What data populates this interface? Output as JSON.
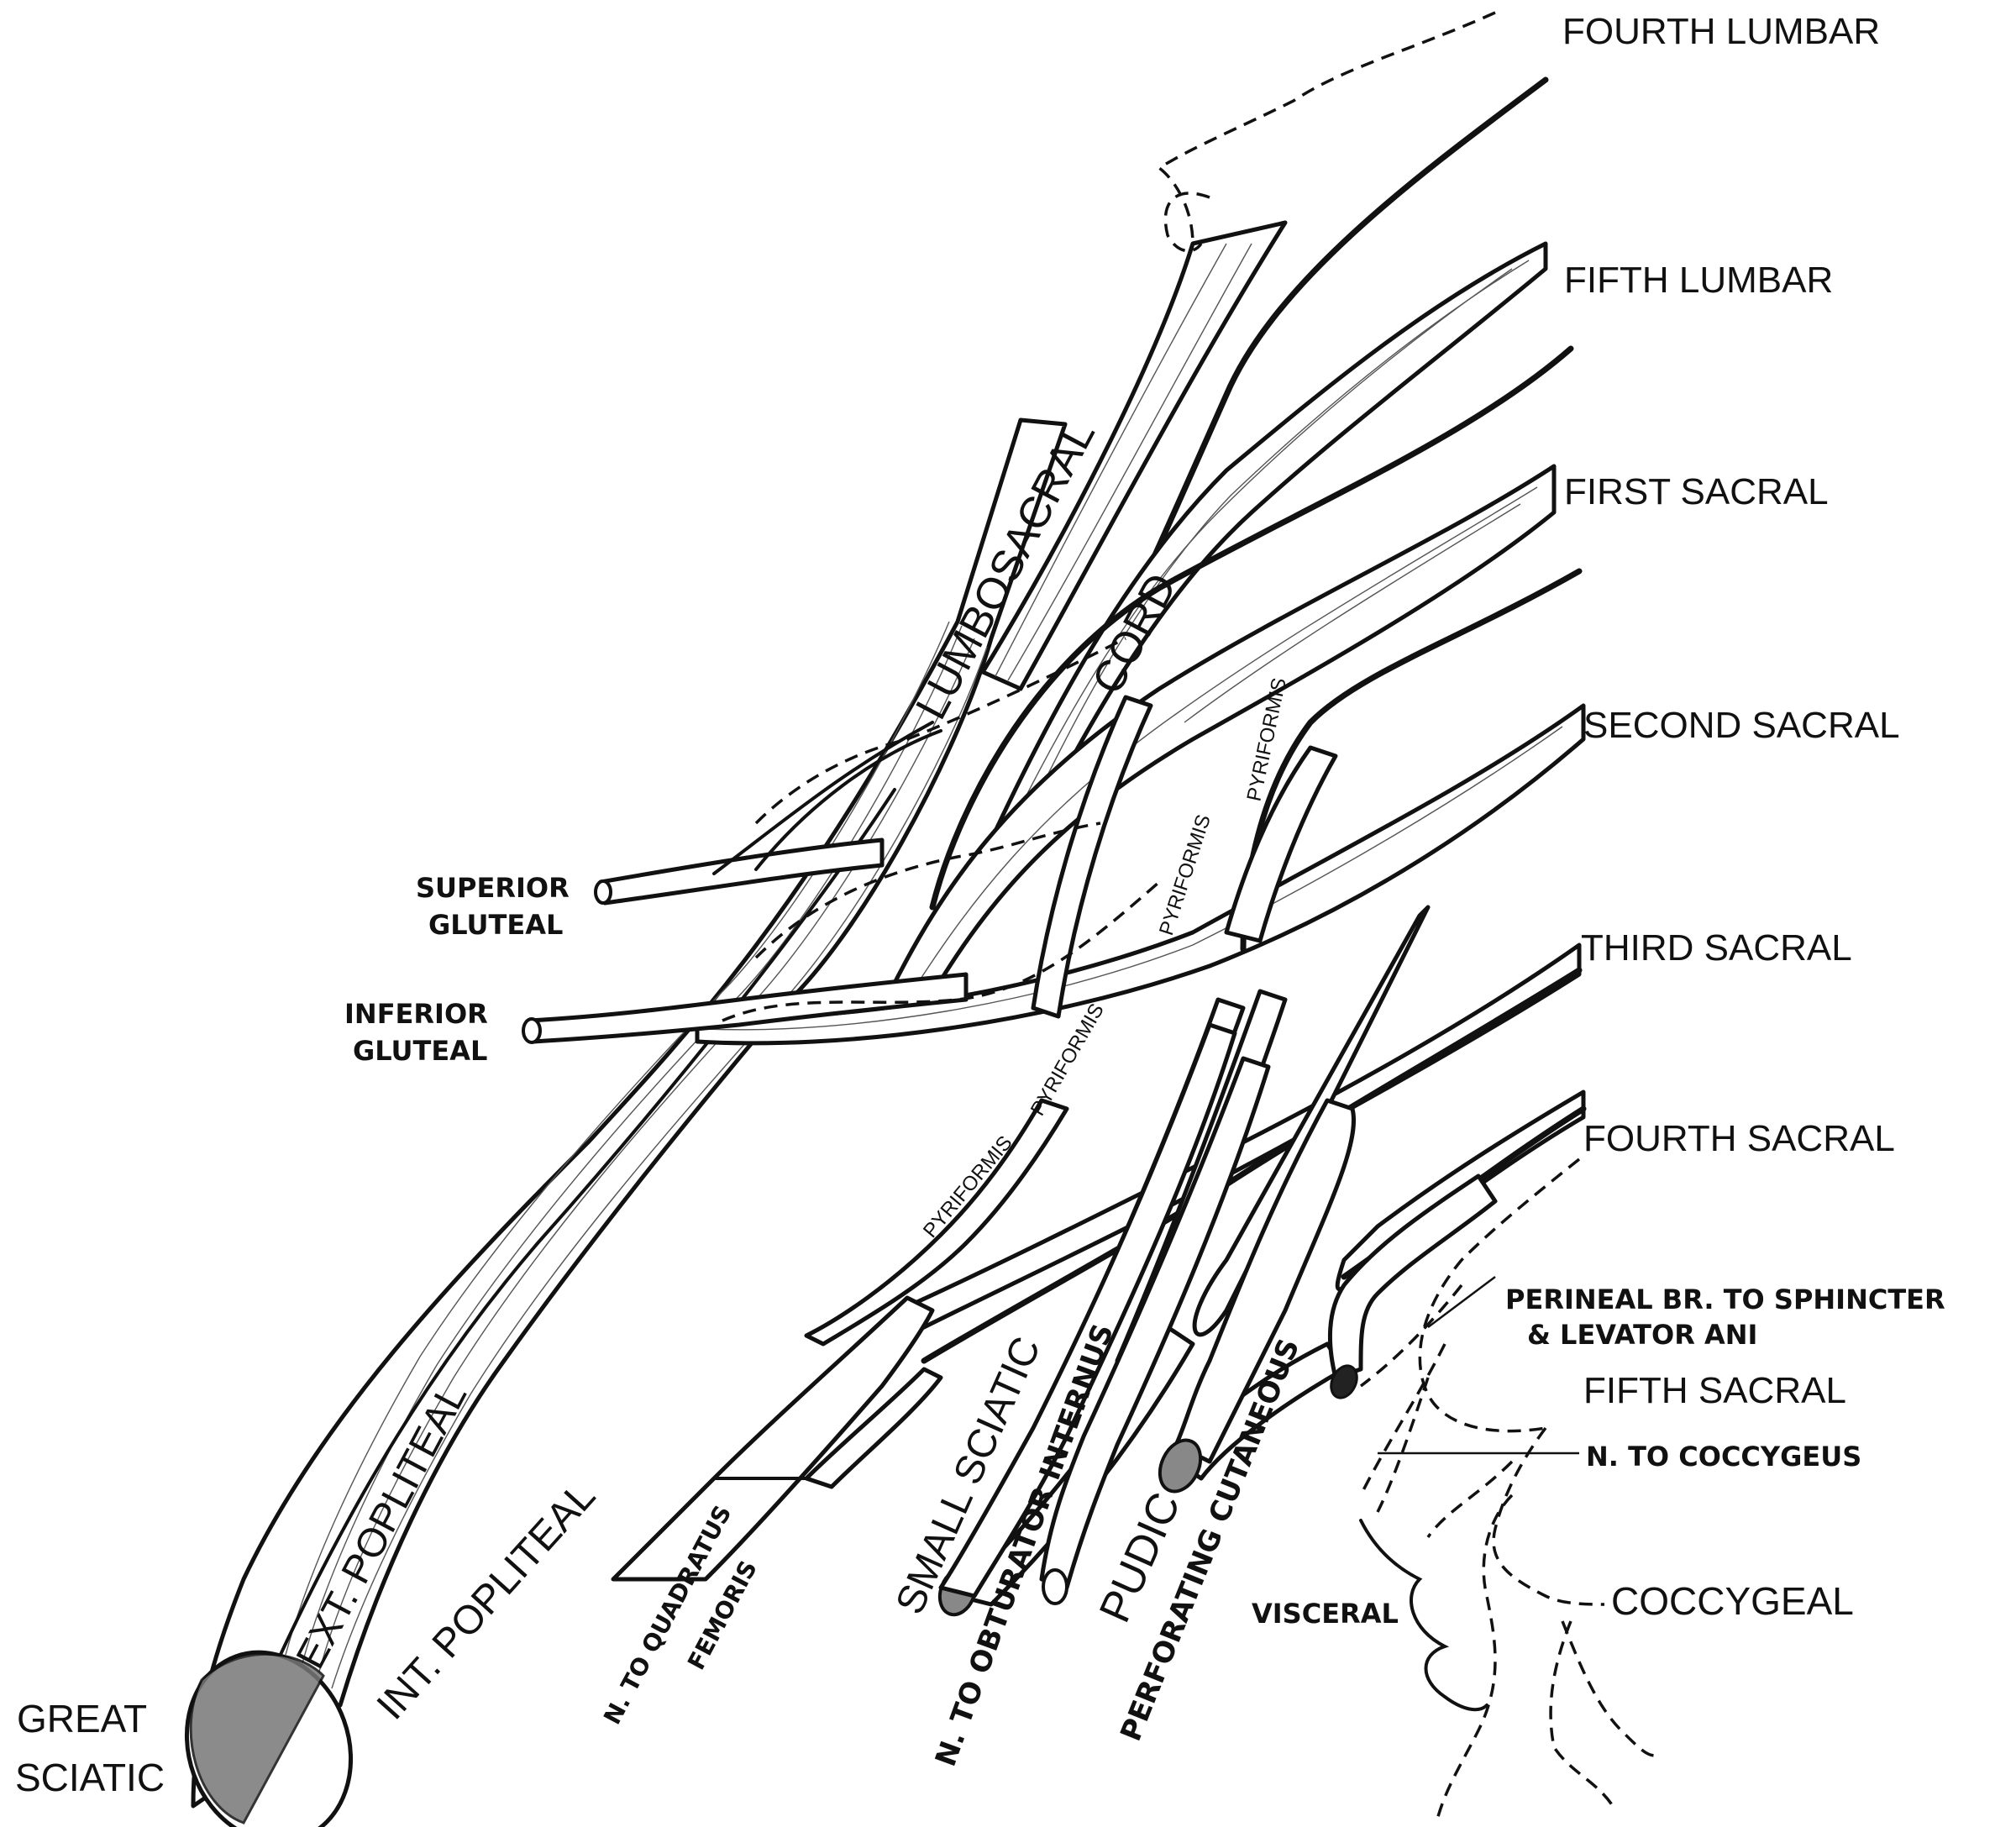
{
  "labels": {
    "fourth_lumbar": "FOURTH LUMBAR",
    "fifth_lumbar": "FIFTH LUMBAR",
    "first_sacral": "FIRST SACRAL",
    "second_sacral": "SECOND SACRAL",
    "third_sacral": "THIRD SACRAL",
    "fourth_sacral": "FOURTH SACRAL",
    "perineal_line1": "PERINEAL BR. TO SPHINCTER",
    "perineal_line2": "& LEVATOR ANI",
    "fifth_sacral": "FIFTH SACRAL",
    "n_to_coccygeus": "N. TO COCCYGEUS",
    "coccygeal": "COCCYGEAL",
    "visceral": "VISCERAL",
    "lumbosacral": "LUMBOSACRAL",
    "cord": "CORD",
    "superior_gluteal_1": "SUPERIOR",
    "superior_gluteal_2": "GLUTEAL",
    "inferior_gluteal_1": "INFERIOR",
    "inferior_gluteal_2": "GLUTEAL",
    "pyriformis": "PYRIFORMIS",
    "ext_popliteal": "EXT. POPLITEAL",
    "int_popliteal": "INT. POPLITEAL",
    "great_sciatic_1": "GREAT",
    "great_sciatic_2": "SCIATIC",
    "n_to_quadratus_1": "N. TO QUADRATUS",
    "n_to_quadratus_2": "FEMORIS",
    "small_sciatic": "SMALL SCIATIC",
    "n_to_obturator": "N. TO OBTURATOR INTERNUS",
    "pudic": "PUDIC",
    "perforating_cutaneous": "PERFORATING CUTANEOUS"
  }
}
